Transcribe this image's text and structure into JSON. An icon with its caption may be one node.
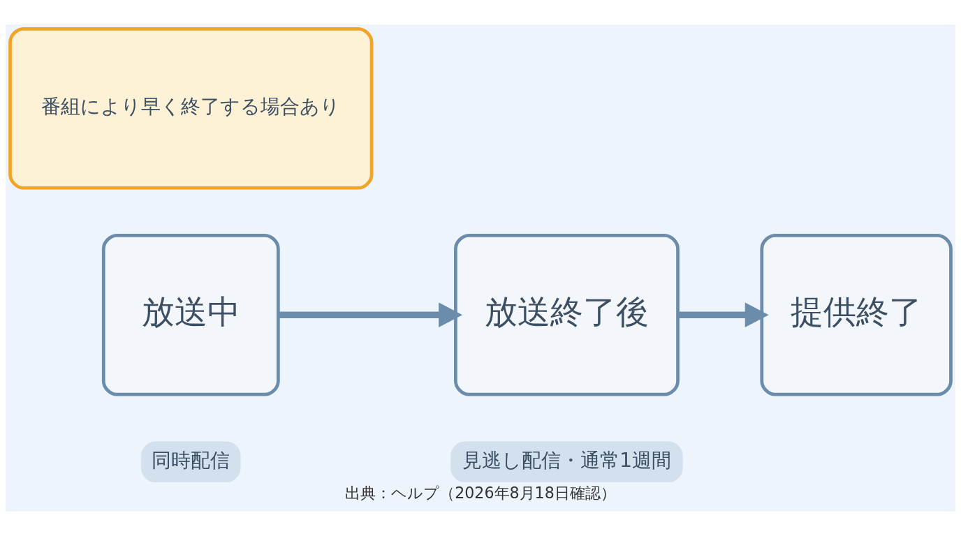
{
  "diagram": {
    "caption": "出典：ヘルプ（2026年8月18日確認）",
    "nodes": [
      {
        "text": [
          "放送中"
        ],
        "beside": [
          "同時配信"
        ]
      },
      {
        "text": [
          "放送終了後"
        ],
        "beside": [
          "見逃し配信・通常1週間"
        ]
      },
      {
        "text": [
          "提供終了"
        ]
      },
      {
        "text": [
          "番組により早く終了する場合あり"
        ]
      }
    ],
    "edges": [
      {
        "from": 0,
        "to": 1,
        "arrow": "to"
      },
      {
        "from": 1,
        "to": 2,
        "arrow": "to"
      }
    ]
  }
}
